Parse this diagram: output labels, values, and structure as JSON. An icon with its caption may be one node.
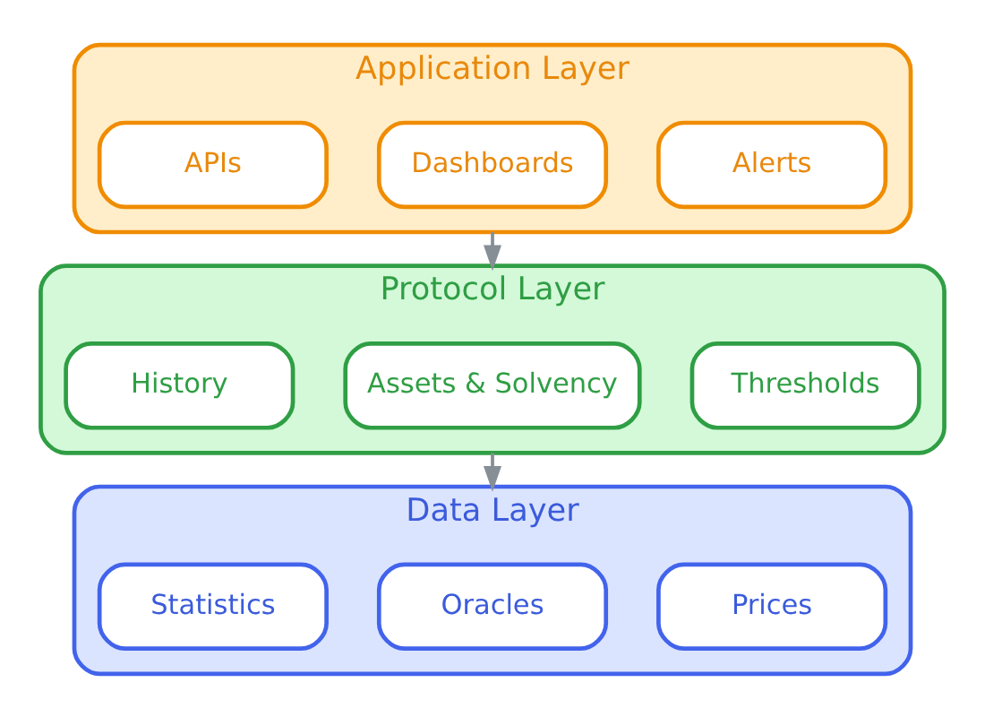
{
  "diagram": {
    "nodes": [
      {
        "text": [
          "Application Layer"
        ]
      },
      {
        "text": [
          "APIs"
        ],
        "in": 0
      },
      {
        "text": [
          "Dashboards"
        ],
        "in": 0
      },
      {
        "text": [
          "Alerts"
        ],
        "in": 0
      },
      {
        "text": [
          "Protocol Layer"
        ]
      },
      {
        "text": [
          "History"
        ],
        "in": 4
      },
      {
        "text": [
          "Assets & Solvency"
        ],
        "in": 4
      },
      {
        "text": [
          "Thresholds"
        ],
        "in": 4
      },
      {
        "text": [
          "Data Layer"
        ]
      },
      {
        "text": [
          "Statistics"
        ],
        "in": 8
      },
      {
        "text": [
          "Oracles"
        ],
        "in": 8
      },
      {
        "text": [
          "Prices"
        ],
        "in": 8
      }
    ],
    "edges": [
      {
        "from": 0,
        "to": 4,
        "arrow": "to"
      },
      {
        "from": 4,
        "to": 8,
        "arrow": "to"
      }
    ]
  }
}
